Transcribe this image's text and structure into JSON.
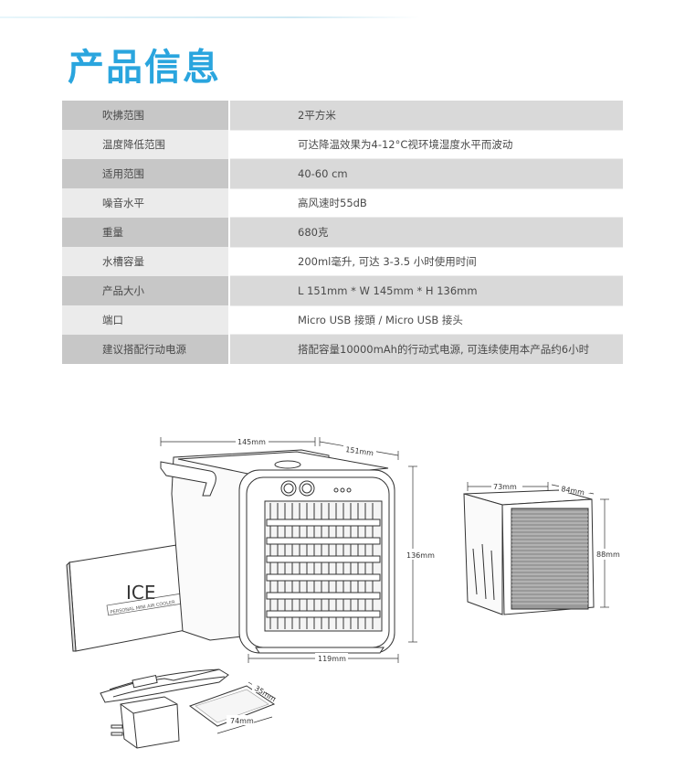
{
  "title": "产品信息",
  "specs": [
    {
      "label": "吹拂范围",
      "value": "2平方米"
    },
    {
      "label": "温度降低范围",
      "value": "可达降温效果为4-12°C视环境湿度水平而波动"
    },
    {
      "label": "适用范围",
      "value": "40-60 cm"
    },
    {
      "label": "噪音水平",
      "value": "高风速时55dB"
    },
    {
      "label": "重量",
      "value": "680克"
    },
    {
      "label": "水槽容量",
      "value": "200ml毫升, 可达 3-3.5 小时使用时间"
    },
    {
      "label": "产品大小",
      "value": "L 151mm * W 145mm * H 136mm"
    },
    {
      "label": "端口",
      "value": "Micro USB 接頭 / Micro USB 接头"
    },
    {
      "label": "建议搭配行动电源",
      "value": "搭配容量10000mAh的行动式电源, 可连续使用本产品约6小时"
    }
  ],
  "dimensions": {
    "width_top": "145mm",
    "depth_top": "151mm",
    "height": "136mm",
    "bottom": "119mm",
    "filter_w": "73mm",
    "filter_d": "84mm",
    "filter_h": "88mm",
    "card_w": "35mm",
    "card_l": "74mm"
  },
  "manual": {
    "logo": "ICE",
    "caption": "PERSONAL MINI AIR COOLER"
  },
  "colors": {
    "title": "#2aa5de",
    "row_dark_label": "#c7c7c7",
    "row_dark_value": "#d9d9d9",
    "row_light_label": "#ebebeb"
  }
}
